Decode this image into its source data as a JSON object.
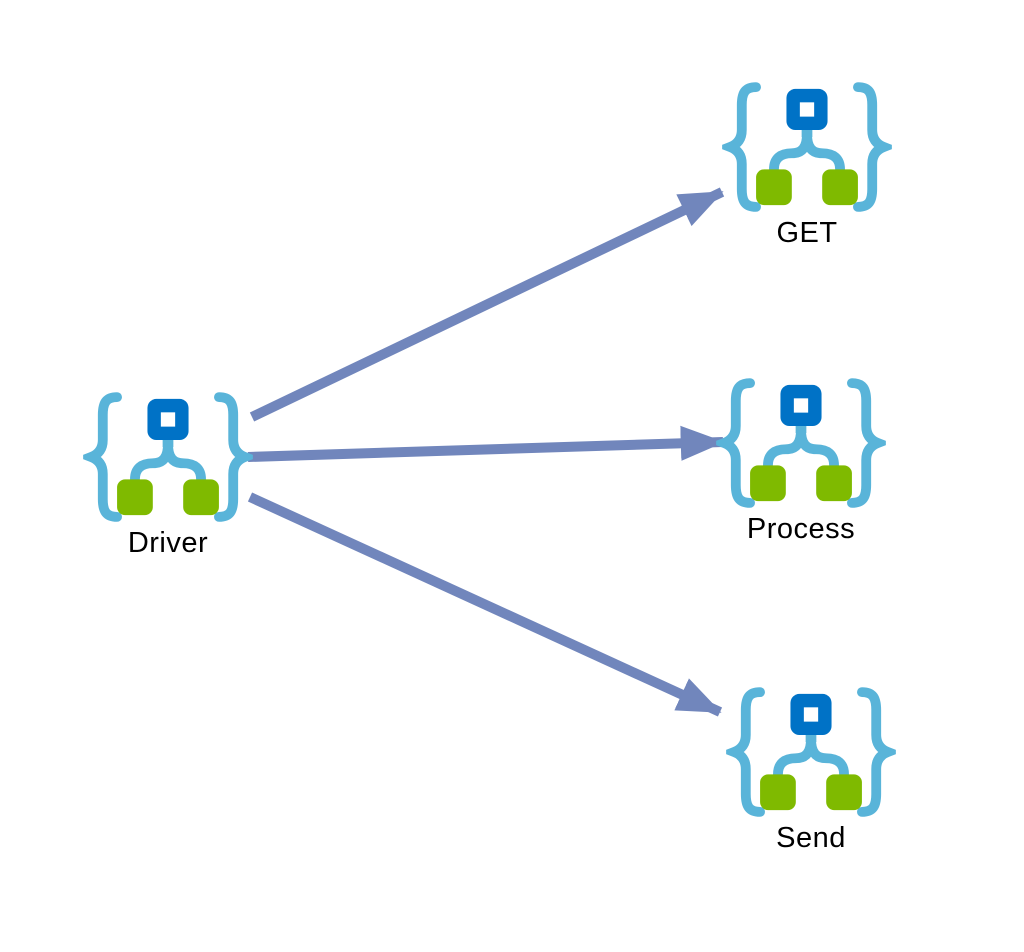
{
  "diagram": {
    "nodes": [
      {
        "id": "driver",
        "label": "Driver",
        "icon": "braces-workflow-icon"
      },
      {
        "id": "get",
        "label": "GET",
        "icon": "braces-workflow-icon"
      },
      {
        "id": "process",
        "label": "Process",
        "icon": "braces-workflow-icon"
      },
      {
        "id": "send",
        "label": "Send",
        "icon": "braces-workflow-icon"
      }
    ],
    "edges": [
      {
        "from": "driver",
        "to": "get"
      },
      {
        "from": "driver",
        "to": "process"
      },
      {
        "from": "driver",
        "to": "send"
      }
    ],
    "colors": {
      "brace_blue": "#59B4D9",
      "square_blue": "#0072C6",
      "square_green": "#7FBA00",
      "arrow_blue": "#7186BC",
      "label_black": "#000000",
      "background": "#FFFFFF"
    }
  }
}
